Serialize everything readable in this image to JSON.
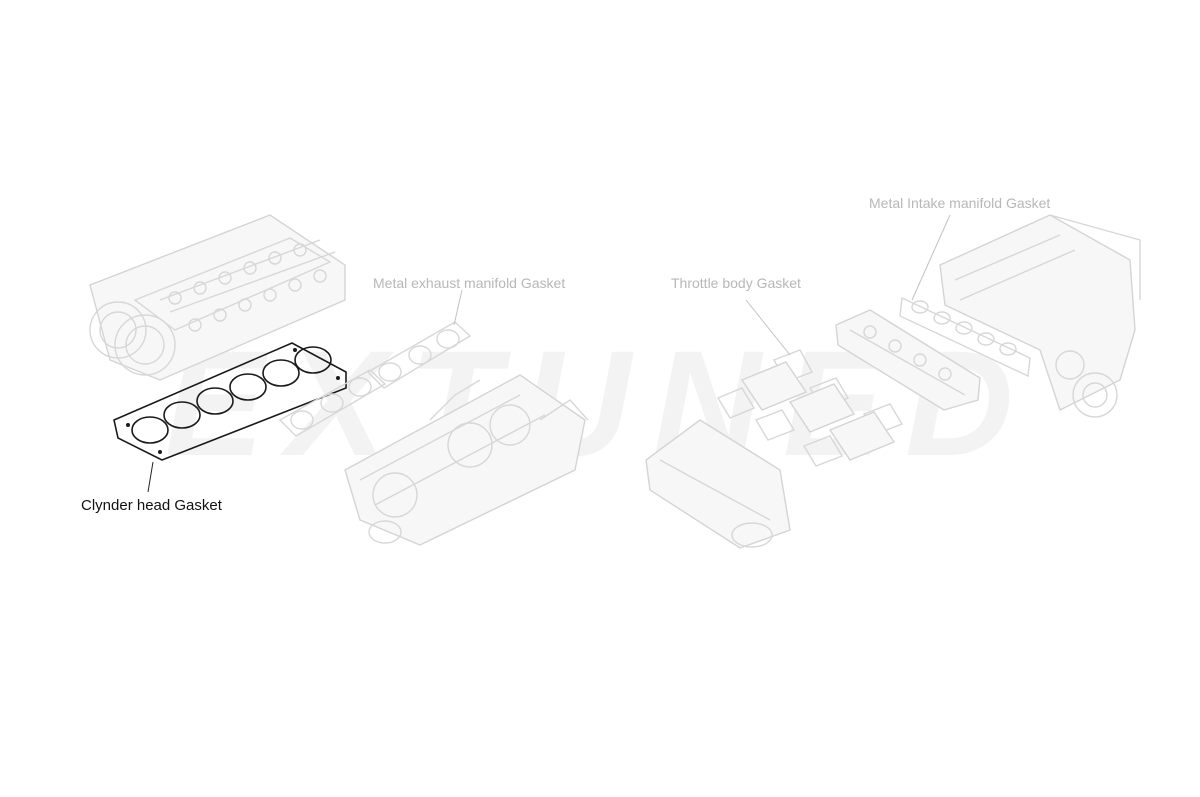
{
  "labels": {
    "cylinder_head_gasket": "Clynder head Gasket",
    "exhaust_manifold_gasket": "Metal exhaust manifold Gasket",
    "throttle_body_gasket": "Throttle body Gasket",
    "intake_manifold_gasket": "Metal Intake manifold Gasket"
  },
  "colors": {
    "highlight": "#1a1a1a",
    "faded_part": "#d4d4d4",
    "faded_label": "#b7b7b7",
    "watermark": "#f3f3f3",
    "background": "#ffffff"
  },
  "watermark": {
    "text": "EXTUNED"
  }
}
